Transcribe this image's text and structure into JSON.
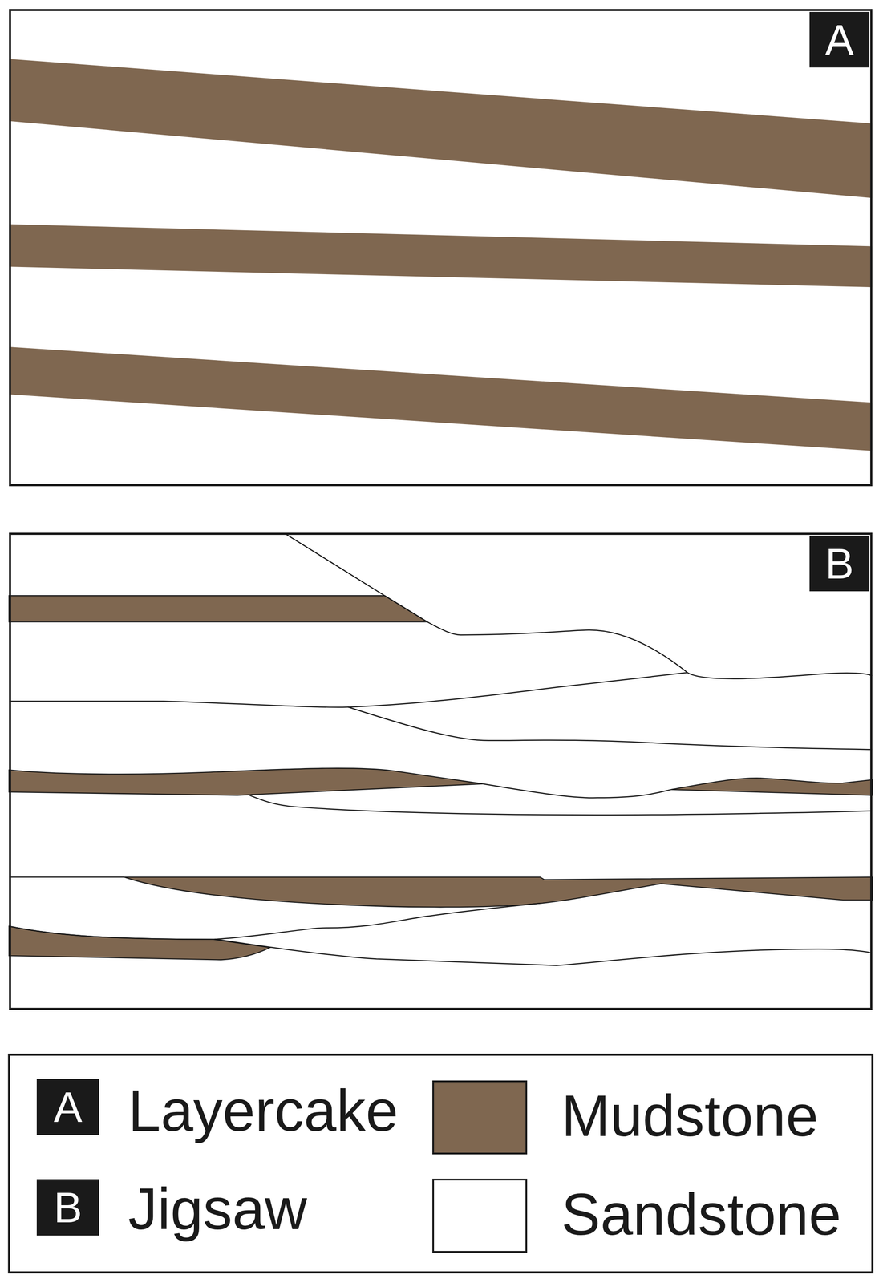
{
  "diagram": {
    "nodes": [
      {
        "text": [
          "A"
        ]
      },
      {
        "text": [
          "B"
        ]
      }
    ],
    "labels": [
      "A",
      "B"
    ],
    "legend": [
      {
        "text": "Layercake"
      },
      {
        "text": "Jigsaw"
      },
      {
        "text": "Mudstone",
        "color": "#7f6750"
      },
      {
        "text": "Sandstone",
        "color": "#ffffff"
      }
    ]
  }
}
